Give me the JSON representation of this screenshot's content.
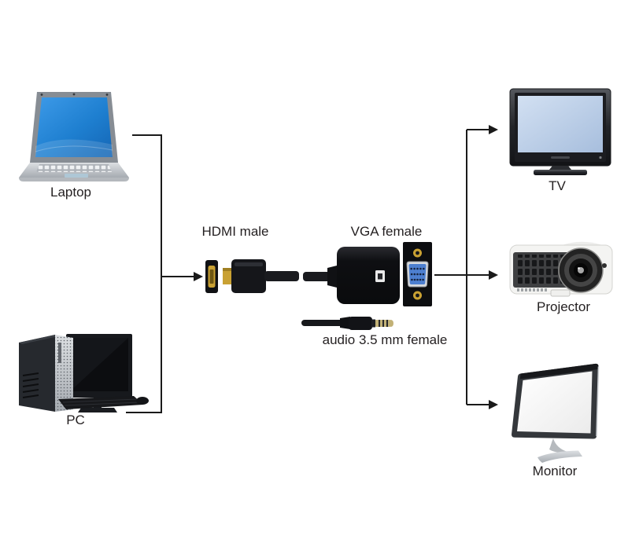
{
  "diagram": {
    "sources": [
      {
        "id": "laptop",
        "label": "Laptop"
      },
      {
        "id": "pc",
        "label": "PC"
      }
    ],
    "adapter": {
      "hdmi_label": "HDMI male",
      "vga_label": "VGA female",
      "audio_label": "audio 3.5 mm female"
    },
    "outputs": [
      {
        "id": "tv",
        "label": "TV"
      },
      {
        "id": "projector",
        "label": "Projector"
      },
      {
        "id": "monitor",
        "label": "Monitor"
      }
    ]
  },
  "colors": {
    "background": "#ffffff",
    "line": "#1a1a1a",
    "text": "#231f20",
    "laptop_screen_blue": "#1e7fd0",
    "tv_screen_blue": "#b9cbe6",
    "vga_blue": "#4d7fd0",
    "connector_gold": "#c9a133",
    "device_black": "#121316",
    "silver": "#c3c7cc"
  }
}
